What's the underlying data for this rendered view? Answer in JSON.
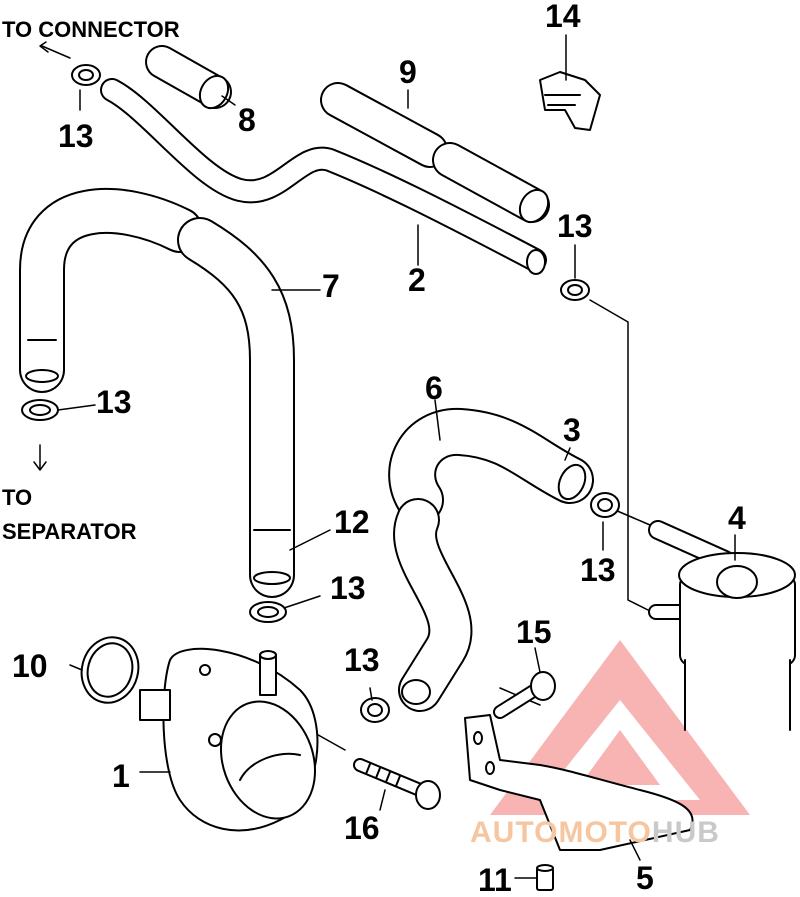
{
  "notes": {
    "to_connector": "TO CONNECTOR",
    "to": "TO",
    "separator": "SEPARATOR"
  },
  "callouts": {
    "c1": "1",
    "c2": "2",
    "c3": "3",
    "c4": "4",
    "c5": "5",
    "c6": "6",
    "c7": "7",
    "c8": "8",
    "c9": "9",
    "c10": "10",
    "c11": "11",
    "c12": "12",
    "c13a": "13",
    "c13b": "13",
    "c13c": "13",
    "c13d": "13",
    "c13e": "13",
    "c13f": "13",
    "c14": "14",
    "c15": "15",
    "c16": "16"
  },
  "watermark": {
    "part1": "AUTOMOTO",
    "part2": "HUB",
    "logo_color": "#f28080"
  }
}
